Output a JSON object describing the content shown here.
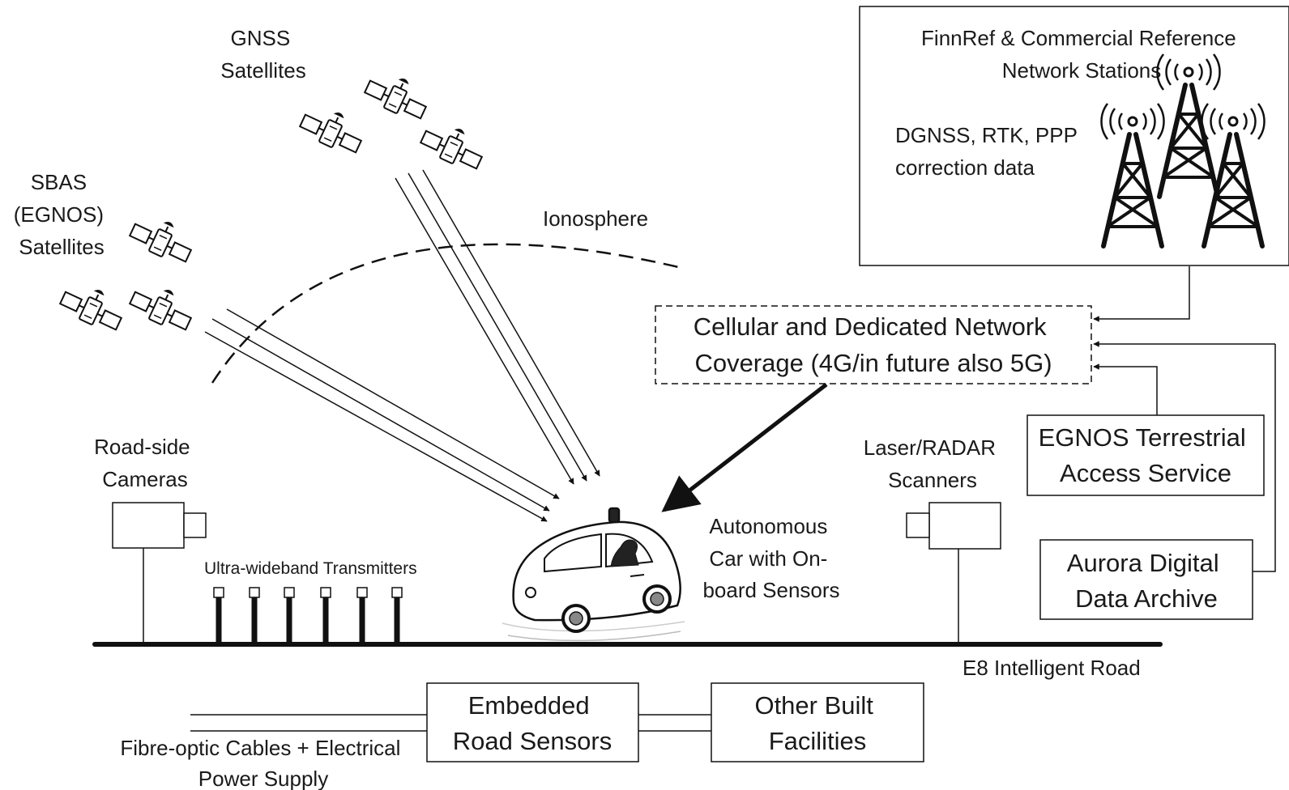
{
  "labels": {
    "gnss": [
      "GNSS",
      "Satellites"
    ],
    "sbas": [
      "SBAS",
      "(EGNOS)",
      "Satellites"
    ],
    "ionosphere": "Ionosphere",
    "finnref": [
      "FinnRef & Commercial Reference",
      "Network Stations"
    ],
    "correction": [
      "DGNSS, RTK, PPP",
      "correction data"
    ],
    "cellular": [
      "Cellular and Dedicated Network",
      "Coverage (4G/in future also 5G)"
    ],
    "egnos_tas": [
      "EGNOS Terrestrial",
      "Access Service"
    ],
    "aurora": [
      "Aurora Digital",
      "Data Archive"
    ],
    "roadside_cameras": [
      "Road-side",
      "Cameras"
    ],
    "uwb": "Ultra-wideband Transmitters",
    "car": [
      "Autonomous",
      "Car with On-",
      "board Sensors"
    ],
    "laser": [
      "Laser/RADAR",
      "Scanners"
    ],
    "road": "E8 Intelligent Road",
    "embedded": [
      "Embedded",
      "Road Sensors"
    ],
    "other_built": [
      "Other Built",
      "Facilities"
    ],
    "fibre": [
      "Fibre-optic Cables + Electrical",
      "Power Supply"
    ]
  },
  "icons": {
    "satellite": "satellite-icon",
    "tower": "cell-tower-icon",
    "camera": "camera-icon",
    "car": "autonomous-car-icon"
  }
}
